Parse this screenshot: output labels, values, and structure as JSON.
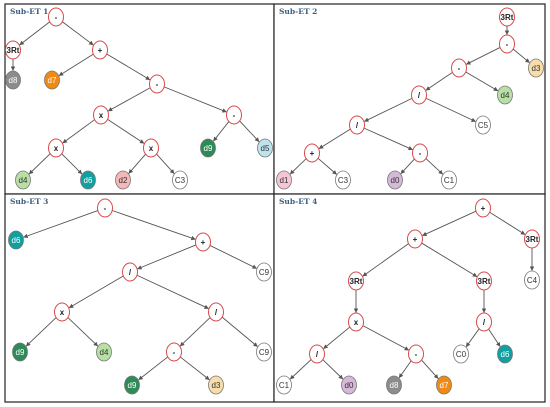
{
  "panels": [
    {
      "title": "Sub-ET 1",
      "nodes": [
        {
          "id": "a",
          "label": "-",
          "kind": "op"
        },
        {
          "id": "b",
          "label": "3Rt",
          "kind": "op"
        },
        {
          "id": "c",
          "label": "d8",
          "kind": "leaf",
          "color": "#8c8c8c",
          "text": "#ffffff"
        },
        {
          "id": "d",
          "label": "+",
          "kind": "op"
        },
        {
          "id": "e",
          "label": "d7",
          "kind": "leaf",
          "color": "#f08a12",
          "text": "#ffffff"
        },
        {
          "id": "f",
          "label": "-",
          "kind": "op"
        },
        {
          "id": "g",
          "label": "x",
          "kind": "op"
        },
        {
          "id": "h",
          "label": "-",
          "kind": "op"
        },
        {
          "id": "i",
          "label": "x",
          "kind": "op"
        },
        {
          "id": "j",
          "label": "x",
          "kind": "op"
        },
        {
          "id": "k",
          "label": "d9",
          "kind": "leaf",
          "color": "#2e8b57",
          "text": "#ffffff"
        },
        {
          "id": "l",
          "label": "d5",
          "kind": "leaf",
          "color": "#bfe3ee",
          "text": "#333333"
        },
        {
          "id": "m",
          "label": "d4",
          "kind": "leaf",
          "color": "#b8e0a4",
          "text": "#333333"
        },
        {
          "id": "n",
          "label": "d6",
          "kind": "leaf",
          "color": "#10a0a0",
          "text": "#ffffff"
        },
        {
          "id": "o",
          "label": "d2",
          "kind": "leaf",
          "color": "#f4b8b8",
          "text": "#333333"
        },
        {
          "id": "p",
          "label": "C3",
          "kind": "leaf",
          "color": "#ffffff",
          "text": "#333333"
        }
      ],
      "edges": [
        [
          "a",
          "b"
        ],
        [
          "a",
          "d"
        ],
        [
          "b",
          "c"
        ],
        [
          "d",
          "e"
        ],
        [
          "d",
          "f"
        ],
        [
          "f",
          "g"
        ],
        [
          "f",
          "h"
        ],
        [
          "g",
          "i"
        ],
        [
          "g",
          "j"
        ],
        [
          "h",
          "k"
        ],
        [
          "h",
          "l"
        ],
        [
          "i",
          "m"
        ],
        [
          "i",
          "n"
        ],
        [
          "j",
          "o"
        ],
        [
          "j",
          "p"
        ]
      ]
    },
    {
      "title": "Sub-ET 2",
      "nodes": [
        {
          "id": "a",
          "label": "3Rt",
          "kind": "op"
        },
        {
          "id": "b",
          "label": "-",
          "kind": "op"
        },
        {
          "id": "c",
          "label": "-",
          "kind": "op"
        },
        {
          "id": "d",
          "label": "d3",
          "kind": "leaf",
          "color": "#f8dcaa",
          "text": "#333333"
        },
        {
          "id": "e",
          "label": "/",
          "kind": "op"
        },
        {
          "id": "f",
          "label": "d4",
          "kind": "leaf",
          "color": "#b8e0a4",
          "text": "#333333"
        },
        {
          "id": "g",
          "label": "/",
          "kind": "op"
        },
        {
          "id": "h",
          "label": "C5",
          "kind": "leaf",
          "color": "#ffffff",
          "text": "#333333"
        },
        {
          "id": "i",
          "label": "+",
          "kind": "op"
        },
        {
          "id": "j",
          "label": "-",
          "kind": "op"
        },
        {
          "id": "k",
          "label": "d1",
          "kind": "leaf",
          "color": "#f6c6d4",
          "text": "#333333"
        },
        {
          "id": "l",
          "label": "C3",
          "kind": "leaf",
          "color": "#ffffff",
          "text": "#333333"
        },
        {
          "id": "m",
          "label": "d0",
          "kind": "leaf",
          "color": "#d6b8d8",
          "text": "#333333"
        },
        {
          "id": "n",
          "label": "C1",
          "kind": "leaf",
          "color": "#ffffff",
          "text": "#333333"
        }
      ],
      "edges": [
        [
          "a",
          "b"
        ],
        [
          "b",
          "c"
        ],
        [
          "b",
          "d"
        ],
        [
          "c",
          "e"
        ],
        [
          "c",
          "f"
        ],
        [
          "e",
          "g"
        ],
        [
          "e",
          "h"
        ],
        [
          "g",
          "i"
        ],
        [
          "g",
          "j"
        ],
        [
          "i",
          "k"
        ],
        [
          "i",
          "l"
        ],
        [
          "j",
          "m"
        ],
        [
          "j",
          "n"
        ]
      ]
    },
    {
      "title": "Sub-ET 3",
      "nodes": [
        {
          "id": "a",
          "label": "-",
          "kind": "op"
        },
        {
          "id": "b",
          "label": "d6",
          "kind": "leaf",
          "color": "#10a0a0",
          "text": "#ffffff"
        },
        {
          "id": "c",
          "label": "+",
          "kind": "op"
        },
        {
          "id": "d",
          "label": "/",
          "kind": "op"
        },
        {
          "id": "e",
          "label": "C9",
          "kind": "leaf",
          "color": "#ffffff",
          "text": "#333333"
        },
        {
          "id": "f",
          "label": "x",
          "kind": "op"
        },
        {
          "id": "g",
          "label": "/",
          "kind": "op"
        },
        {
          "id": "h",
          "label": "d9",
          "kind": "leaf",
          "color": "#2e8b57",
          "text": "#ffffff"
        },
        {
          "id": "i",
          "label": "d4",
          "kind": "leaf",
          "color": "#b8e0a4",
          "text": "#333333"
        },
        {
          "id": "j",
          "label": "-",
          "kind": "op"
        },
        {
          "id": "k",
          "label": "C9",
          "kind": "leaf",
          "color": "#ffffff",
          "text": "#333333"
        },
        {
          "id": "l",
          "label": "d9",
          "kind": "leaf",
          "color": "#2e8b57",
          "text": "#ffffff"
        },
        {
          "id": "m",
          "label": "d3",
          "kind": "leaf",
          "color": "#f8dcaa",
          "text": "#333333"
        }
      ],
      "edges": [
        [
          "a",
          "b"
        ],
        [
          "a",
          "c"
        ],
        [
          "c",
          "d"
        ],
        [
          "c",
          "e"
        ],
        [
          "d",
          "f"
        ],
        [
          "d",
          "g"
        ],
        [
          "f",
          "h"
        ],
        [
          "f",
          "i"
        ],
        [
          "g",
          "j"
        ],
        [
          "g",
          "k"
        ],
        [
          "j",
          "l"
        ],
        [
          "j",
          "m"
        ]
      ]
    },
    {
      "title": "Sub-ET 4",
      "nodes": [
        {
          "id": "a",
          "label": "+",
          "kind": "op"
        },
        {
          "id": "b",
          "label": "+",
          "kind": "op"
        },
        {
          "id": "c",
          "label": "3Rt",
          "kind": "op"
        },
        {
          "id": "d",
          "label": "C4",
          "kind": "leaf",
          "color": "#ffffff",
          "text": "#333333"
        },
        {
          "id": "e",
          "label": "3Rt",
          "kind": "op"
        },
        {
          "id": "f",
          "label": "3Rt",
          "kind": "op"
        },
        {
          "id": "g",
          "label": "x",
          "kind": "op"
        },
        {
          "id": "h",
          "label": "/",
          "kind": "op"
        },
        {
          "id": "i",
          "label": "/",
          "kind": "op"
        },
        {
          "id": "j",
          "label": "-",
          "kind": "op"
        },
        {
          "id": "k",
          "label": "C0",
          "kind": "leaf",
          "color": "#ffffff",
          "text": "#333333"
        },
        {
          "id": "l",
          "label": "d6",
          "kind": "leaf",
          "color": "#10a0a0",
          "text": "#ffffff"
        },
        {
          "id": "m",
          "label": "C1",
          "kind": "leaf",
          "color": "#ffffff",
          "text": "#333333"
        },
        {
          "id": "n",
          "label": "d0",
          "kind": "leaf",
          "color": "#d6b8d8",
          "text": "#333333"
        },
        {
          "id": "o",
          "label": "d8",
          "kind": "leaf",
          "color": "#8c8c8c",
          "text": "#ffffff"
        },
        {
          "id": "p",
          "label": "d7",
          "kind": "leaf",
          "color": "#f08a12",
          "text": "#ffffff"
        }
      ],
      "edges": [
        [
          "a",
          "b"
        ],
        [
          "a",
          "c"
        ],
        [
          "c",
          "d"
        ],
        [
          "b",
          "e"
        ],
        [
          "b",
          "f"
        ],
        [
          "e",
          "g"
        ],
        [
          "f",
          "h"
        ],
        [
          "g",
          "i"
        ],
        [
          "g",
          "j"
        ],
        [
          "h",
          "k"
        ],
        [
          "h",
          "l"
        ],
        [
          "i",
          "m"
        ],
        [
          "i",
          "n"
        ],
        [
          "j",
          "o"
        ],
        [
          "j",
          "p"
        ]
      ]
    }
  ]
}
